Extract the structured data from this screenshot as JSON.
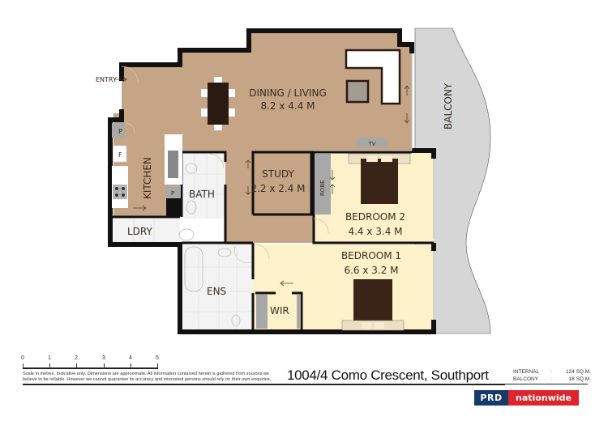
{
  "plan": {
    "colors": {
      "living_floor": "#c6a586",
      "bedroom_floor": "#fdf1c9",
      "wet_floor": "#f2f2f2",
      "wall": "#111111",
      "balcony": "#d6d6d6",
      "fixture_grey": "#a8a8a8",
      "table": "#2b1a12"
    },
    "labels": {
      "entry": "ENTRY",
      "dining_living": "DINING / LIVING",
      "dining_living_size": "8.2 x 4.4 M",
      "kitchen": "KITCHEN",
      "bath": "BATH",
      "ldry": "LDRY",
      "study": "STUDY",
      "study_size": "2.2 x 2.4 M",
      "robe": "ROBE",
      "bedroom2": "BEDROOM 2",
      "bedroom2_size": "4.4 x 3.4 M",
      "bedroom1": "BEDROOM 1",
      "bedroom1_size": "6.6 x 3.2 M",
      "ens": "ENS",
      "wir": "WIR",
      "balcony": "BALCONY",
      "tv": "TV",
      "pantry_top": "P",
      "fridge": "F",
      "pantry_bottom": "P"
    }
  },
  "scale": {
    "ticks": [
      "0",
      "1",
      "2",
      "3",
      "4",
      "5"
    ],
    "unit_note": "Scale in metres"
  },
  "disclaimer": {
    "line1": "Scale in metres.  Indicative only.  Dimensions are approximate.  All information contained herein is gathered from sources we",
    "line2": "believe to be reliable.  However we cannot guarantee its accuracy and interested persons should rely on their own enquiries."
  },
  "property": {
    "address": "1004/4 Como Crescent, Southport",
    "areas": [
      {
        "label": "INTERNAL",
        "value": "124 SQ.M."
      },
      {
        "label": "BALCONY",
        "value": "18 SQ.M."
      }
    ]
  },
  "brand": {
    "left": "PRD",
    "right": "nationwide",
    "left_color": "#173a6b",
    "right_color": "#e0242c"
  }
}
